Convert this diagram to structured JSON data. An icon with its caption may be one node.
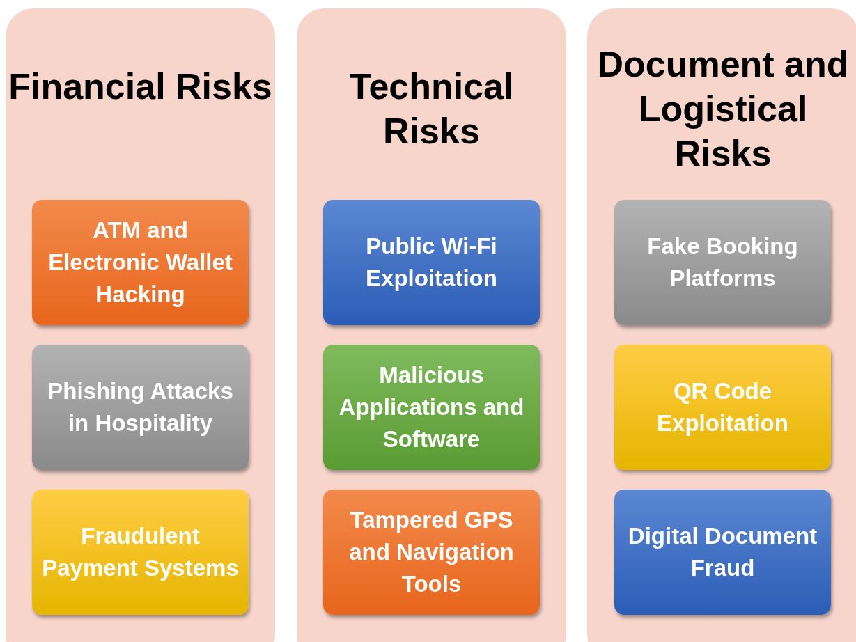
{
  "diagram": {
    "nodes": [
      {
        "text": [
          "Financial Risks"
        ]
      },
      {
        "text": [
          "ATM and Electronic Wallet Hacking"
        ],
        "in": 0
      },
      {
        "text": [
          "Phishing Attacks in Hospitality"
        ],
        "in": 0
      },
      {
        "text": [
          "Fraudulent Payment Systems"
        ],
        "in": 0
      },
      {
        "text": [
          "Technical Risks"
        ]
      },
      {
        "text": [
          "Public Wi-Fi Exploitation"
        ],
        "in": 4
      },
      {
        "text": [
          "Malicious Applications and Software"
        ],
        "in": 4
      },
      {
        "text": [
          "Tampered GPS and Navigation Tools"
        ],
        "in": 4
      },
      {
        "text": [
          "Document and Logistical Risks"
        ]
      },
      {
        "text": [
          "Fake Booking Platforms"
        ],
        "in": 8
      },
      {
        "text": [
          "QR Code Exploitation"
        ],
        "in": 8
      },
      {
        "text": [
          "Digital Document Fraud"
        ],
        "in": 8
      }
    ]
  }
}
